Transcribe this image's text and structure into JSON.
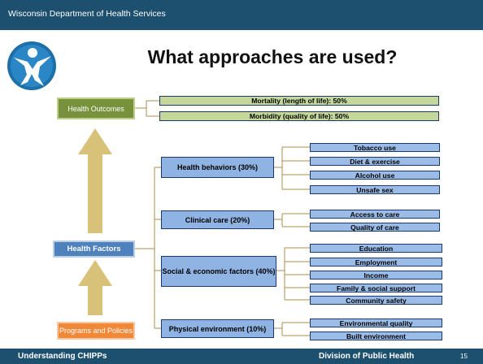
{
  "header": {
    "org": "Wisconsin Department of Health Services"
  },
  "title": "What approaches are used?",
  "footer": {
    "left": "Understanding CHIPPs",
    "center": "Division of Public Health",
    "page": "15"
  },
  "colors": {
    "header_bar": "#1d4f6e",
    "outcomes": "#77913c",
    "factors": "#4f81bd",
    "programs": "#f0883a",
    "arrow": "#d8c27a"
  },
  "icons": {
    "logo": "wisconsin-dhs-logo-icon"
  },
  "diagram": {
    "health_outcomes": "Health Outcomes",
    "health_factors": "Health Factors",
    "programs_policies": "Programs and Policies",
    "outcomes": [
      "Mortality (length of life): 50%",
      "Morbidity (quality of life): 50%"
    ],
    "factors": [
      {
        "label": "Health behaviors (30%)",
        "items": [
          "Tobacco use",
          "Diet & exercise",
          "Alcohol use",
          "Unsafe sex"
        ]
      },
      {
        "label": "Clinical care (20%)",
        "items": [
          "Access to care",
          "Quality of care"
        ]
      },
      {
        "label": "Social & economic factors (40%)",
        "items": [
          "Education",
          "Employment",
          "Income",
          "Family & social support",
          "Community safety"
        ]
      },
      {
        "label": "Physical environment (10%)",
        "items": [
          "Environmental quality",
          "Built environment"
        ]
      }
    ]
  }
}
